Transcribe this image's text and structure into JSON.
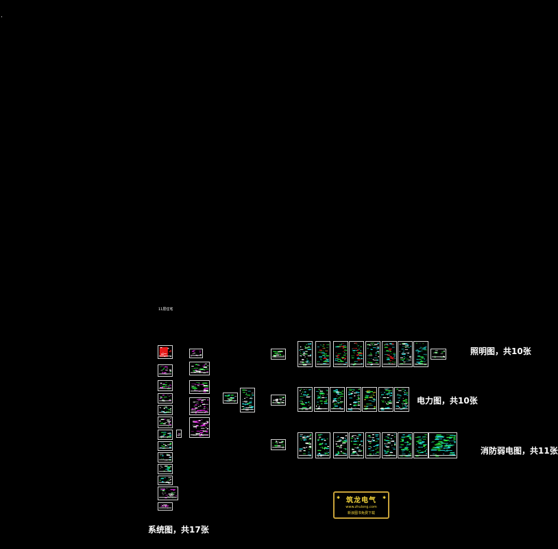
{
  "labels": {
    "title_small": "11层住宅",
    "system": "系统图，共17张",
    "lighting": "照明图，共10张",
    "power": "电力图，共10张",
    "fire": "消防弱电图，共11张"
  },
  "logo": {
    "brand": "筑龙电气",
    "site": "www.zhulong.com",
    "slogan": "新浪图书免费下载"
  },
  "colors": {
    "background": "#000000",
    "sheet_border": "#d8d8d8",
    "green": "#26e33a",
    "cyan": "#20d8d8",
    "magenta": "#e020e0",
    "red": "#e81818",
    "yellow": "#f0e020",
    "white": "#ffffff",
    "gold": "#c9a33a"
  },
  "sheets": {
    "system_column": [
      "red",
      "mixed",
      "magenta",
      "magenta",
      "green",
      "magenta",
      "green",
      "green",
      "green",
      "green",
      "green",
      "magenta",
      "white"
    ],
    "system_side": [
      "white",
      "magenta",
      "magenta",
      "white",
      "white"
    ],
    "system_extra": [
      "green",
      "green"
    ],
    "lighting_row": [
      "green-small",
      "green",
      "green-red",
      "green-red",
      "green-red",
      "green",
      "green-red",
      "green",
      "cyan",
      "green-small"
    ],
    "power_row": [
      "green-small",
      "green",
      "green",
      "green",
      "green",
      "yellow",
      "green",
      "green"
    ],
    "fire_row": [
      "green-small",
      "green",
      "green",
      "green",
      "green",
      "green",
      "green",
      "cyan",
      "cyan",
      "cyan"
    ]
  }
}
